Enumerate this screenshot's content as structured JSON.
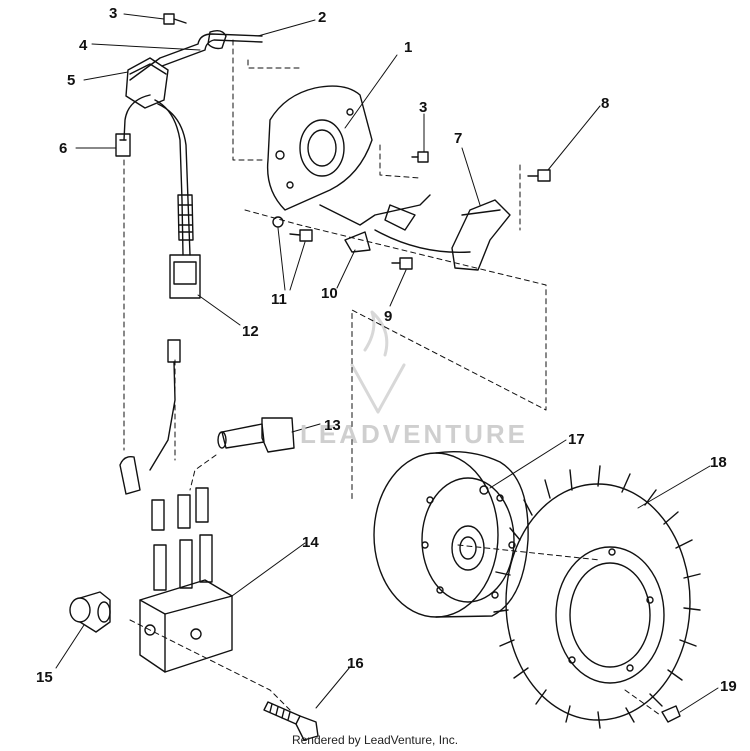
{
  "labels": [
    "1",
    "2",
    "3",
    "4",
    "5",
    "6",
    "7",
    "8",
    "9",
    "10",
    "11",
    "12",
    "13",
    "14",
    "15",
    "16",
    "17",
    "18",
    "19"
  ],
  "watermark": "LEADVENTURE",
  "footer": "Rendered by LeadVenture, Inc."
}
